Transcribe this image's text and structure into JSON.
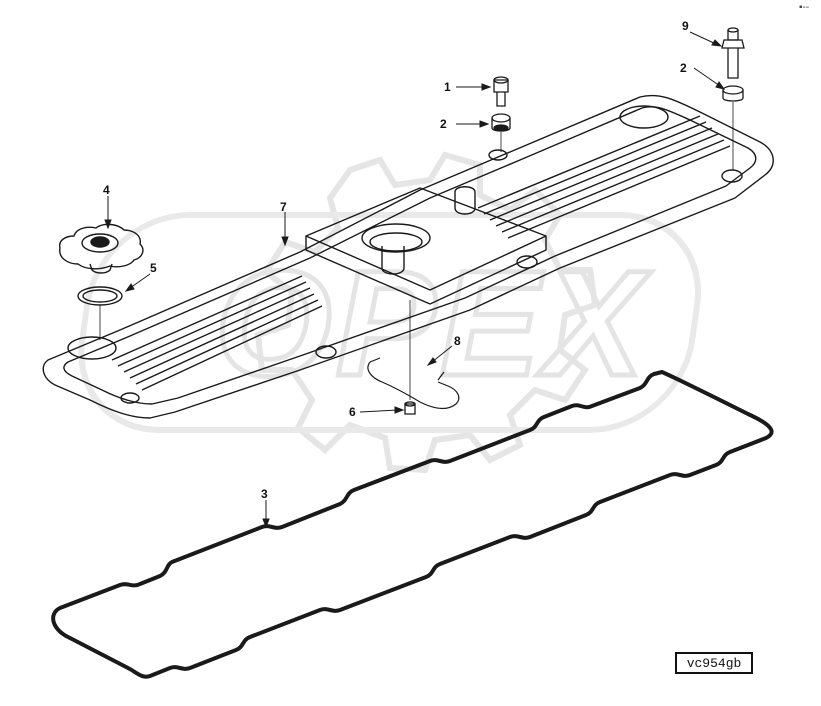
{
  "figure_id": "vc954gb",
  "corner_mark": "▪--",
  "watermark": "OPEX",
  "callouts": [
    {
      "number": "1"
    },
    {
      "number": "2"
    },
    {
      "number": "2"
    },
    {
      "number": "3"
    },
    {
      "number": "4"
    },
    {
      "number": "5"
    },
    {
      "number": "6"
    },
    {
      "number": "7"
    },
    {
      "number": "8"
    },
    {
      "number": "9"
    }
  ],
  "colors": {
    "line": "#1a1a1a",
    "watermark": "#d9d9d9",
    "paper": "#ffffff"
  }
}
